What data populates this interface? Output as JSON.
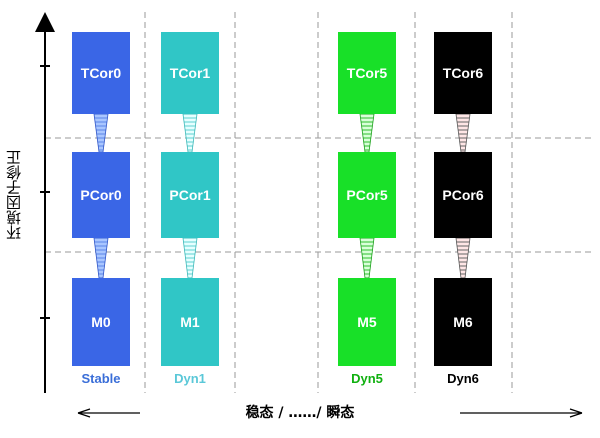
{
  "y_axis_label": "环境因子修正",
  "x_axis_label": "稳态 / ……/ 瞬态",
  "colors": {
    "stable": "#3a66e6",
    "dyn1": "#30c6c6",
    "dyn5": "#18e028",
    "dyn6": "#000000",
    "stable_label": "#3a6ed8",
    "dyn1_label": "#5ac8d8",
    "dyn5_label": "#10b010",
    "dyn6_label": "#000000"
  },
  "columns": [
    {
      "id": "stable",
      "label": "Stable",
      "boxes": {
        "tcor": "TCor0",
        "pcor": "PCor0",
        "m": "M0"
      }
    },
    {
      "id": "dyn1",
      "label": "Dyn1",
      "boxes": {
        "tcor": "TCor1",
        "pcor": "PCor1",
        "m": "M1"
      }
    },
    {
      "id": "dyn5",
      "label": "Dyn5",
      "boxes": {
        "tcor": "TCor5",
        "pcor": "PCor5",
        "m": "M5"
      }
    },
    {
      "id": "dyn6",
      "label": "Dyn6",
      "boxes": {
        "tcor": "TCor6",
        "pcor": "PCor6",
        "m": "M6"
      }
    }
  ]
}
